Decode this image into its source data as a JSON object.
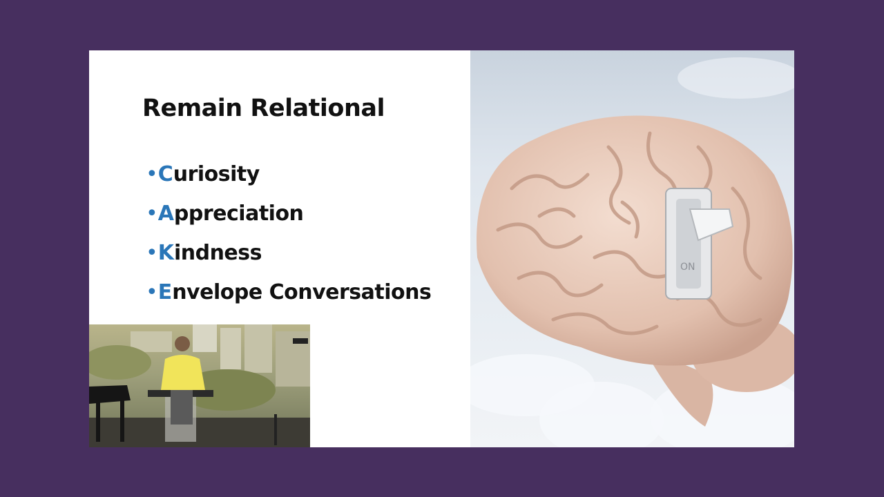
{
  "slide": {
    "title": "Remain Relational",
    "bullets": [
      {
        "bullet": "•",
        "initial": "C",
        "rest": "uriosity"
      },
      {
        "bullet": "•",
        "initial": "A",
        "rest": "ppreciation"
      },
      {
        "bullet": "•",
        "initial": "K",
        "rest": "indness"
      },
      {
        "bullet": "•",
        "initial": "E",
        "rest": "nvelope Conversations"
      }
    ],
    "switch_label": "ON"
  },
  "colors": {
    "frame": "#472f5f",
    "accent": "#2a76b8",
    "text": "#111111"
  }
}
